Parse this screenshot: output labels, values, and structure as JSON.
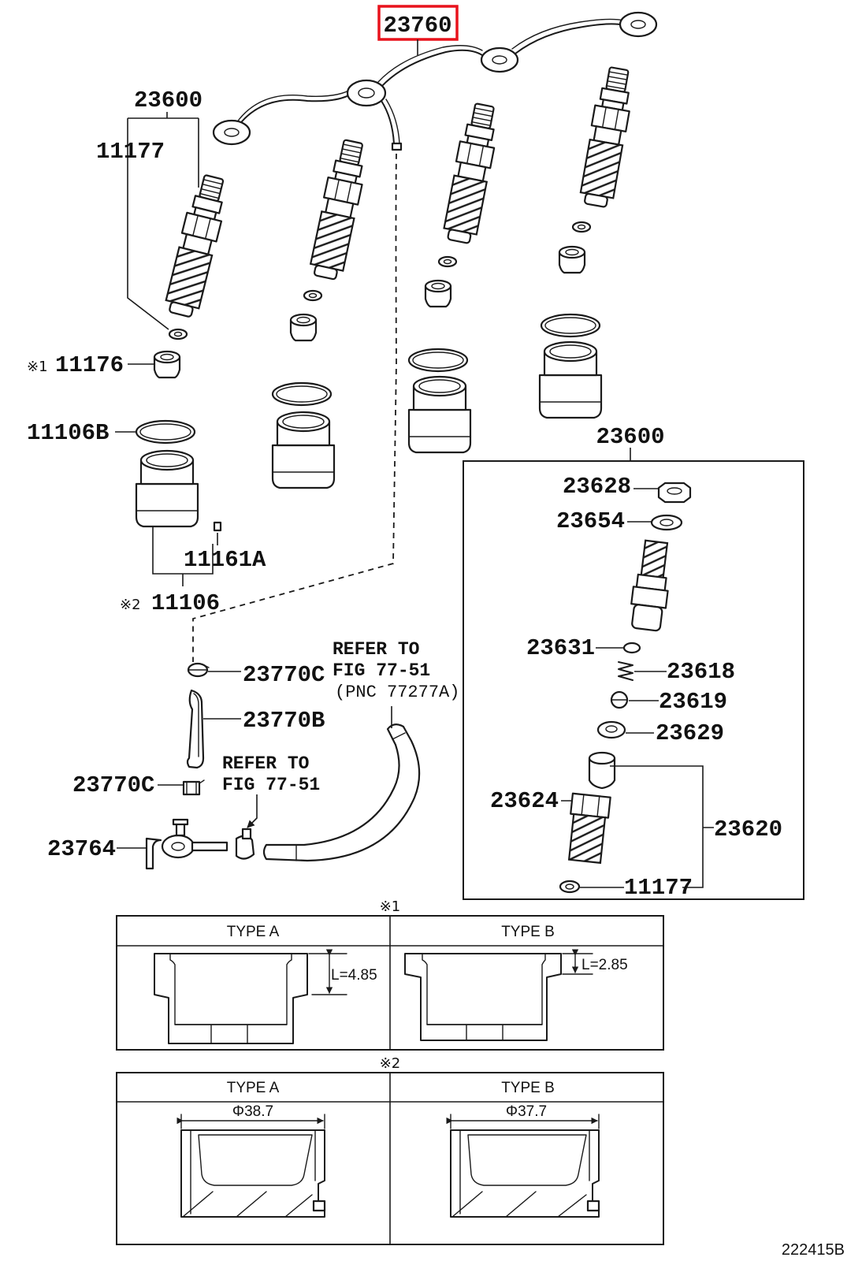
{
  "diagram": {
    "main_part": "23760",
    "highlight_color": "#e8121c",
    "left_nozzle": {
      "label_23600": "23600",
      "label_11177": "11177",
      "mark_11176": "※1",
      "label_11176": "11176",
      "label_11106b": "11106B",
      "label_11161a": "11161A",
      "mark_11106": "※2",
      "label_11106": "11106"
    },
    "hose_group": {
      "label_23770c_top": "23770C",
      "label_23770b": "23770B",
      "label_23770c_bottom": "23770C",
      "label_23764": "23764"
    },
    "reference_right": [
      "REFER TO",
      "FIG 77-51",
      "(PNC 77277A)"
    ],
    "reference_left": [
      "REFER TO",
      "FIG 77-51"
    ],
    "kit": {
      "title": "23600",
      "p23628": "23628",
      "p23654": "23654",
      "p23631": "23631",
      "p23618": "23618",
      "p23619": "23619",
      "p23629": "23629",
      "p23624": "23624",
      "p23620": "23620",
      "p11177": "11177"
    },
    "tables": [
      {
        "mark": "※1",
        "type_a": "TYPE A",
        "type_b": "TYPE B",
        "dim_a": "L=4.85",
        "dim_b": "L=2.85"
      },
      {
        "mark": "※2",
        "type_a": "TYPE A",
        "type_b": "TYPE B",
        "dim_a": "Φ38.7",
        "dim_b": "Φ37.7"
      }
    ],
    "drawing_id": "222415B"
  }
}
